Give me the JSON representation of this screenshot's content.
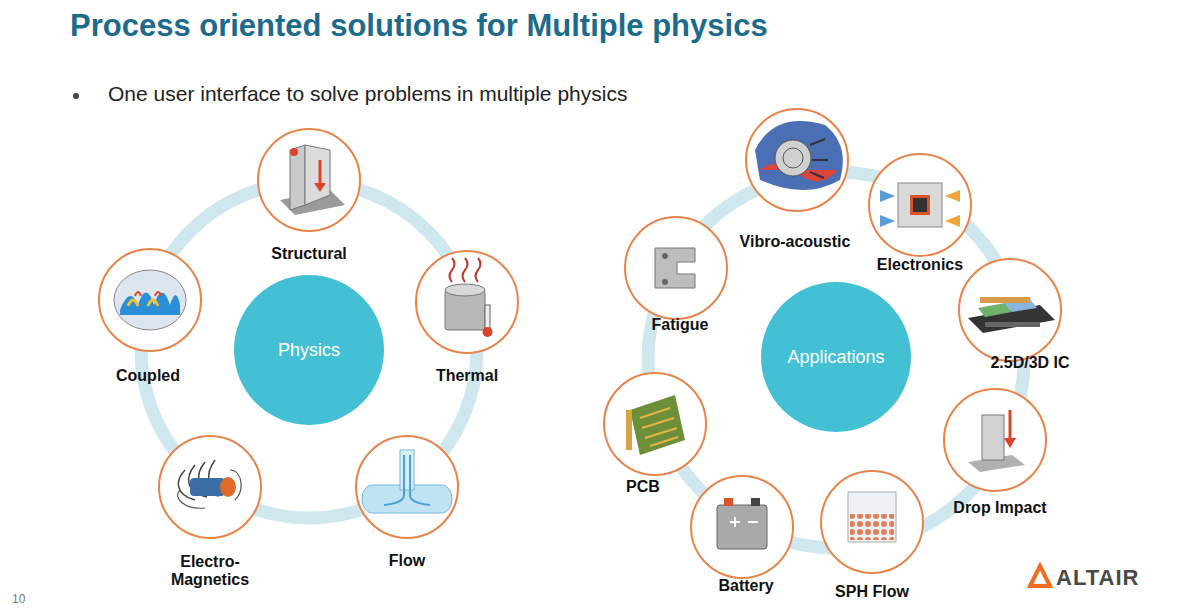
{
  "diagram": {
    "title": "Process oriented solutions for Multiple physics",
    "nodes": [
      {
        "text": [
          "Physics"
        ]
      },
      {
        "text": [
          "Structural"
        ]
      },
      {
        "text": [
          "Thermal"
        ]
      },
      {
        "text": [
          "Flow"
        ]
      },
      {
        "text": [
          "Electro- Magnetics"
        ]
      },
      {
        "text": [
          "Coupled"
        ]
      },
      {
        "text": [
          "Applications"
        ]
      },
      {
        "text": [
          "Vibro-acoustic"
        ]
      },
      {
        "text": [
          "Electronics"
        ]
      },
      {
        "text": [
          "2.5D/3D IC"
        ]
      },
      {
        "text": [
          "Drop Impact"
        ]
      },
      {
        "text": [
          "SPH Flow"
        ]
      },
      {
        "text": [
          "Battery"
        ]
      },
      {
        "text": [
          "PCB"
        ]
      },
      {
        "text": [
          "Fatigue"
        ]
      }
    ],
    "edges": [],
    "labels": [
      "One user interface to solve problems in multiple physics",
      "10",
      "ALTAIR"
    ]
  }
}
